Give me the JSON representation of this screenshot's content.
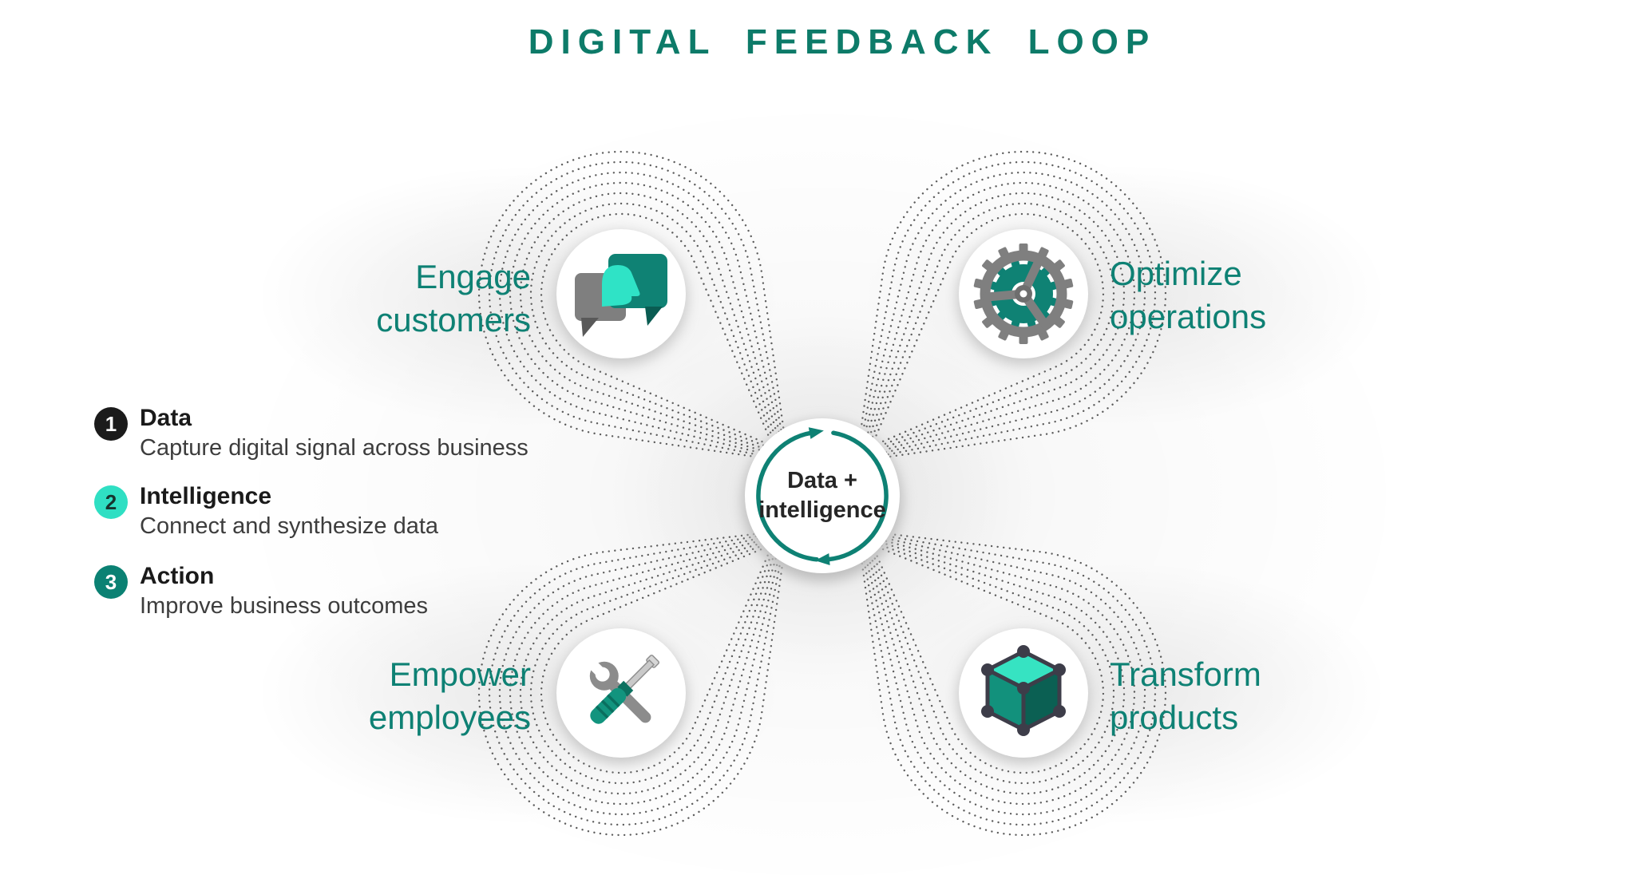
{
  "title": "DIGITAL FEEDBACK LOOP",
  "center": {
    "line1": "Data +",
    "line2": "intelligence"
  },
  "nodes": {
    "engage": {
      "line1": "Engage",
      "line2": "customers",
      "icon": "chat-bubbles-icon"
    },
    "optimize": {
      "line1": "Optimize",
      "line2": "operations",
      "icon": "gears-icon"
    },
    "empower": {
      "line1": "Empower",
      "line2": "employees",
      "icon": "tools-icon"
    },
    "transform": {
      "line1": "Transform",
      "line2": "products",
      "icon": "cube-icon"
    }
  },
  "legend": {
    "items": [
      {
        "number": "1",
        "label": "Data",
        "description": "Capture digital signal across business",
        "color": "#1b1b1b",
        "number_color": "#ffffff"
      },
      {
        "number": "2",
        "label": "Intelligence",
        "description": "Connect and synthesize data",
        "color": "#2fdfc3",
        "number_color": "#17342e"
      },
      {
        "number": "3",
        "label": "Action",
        "description": "Improve business outcomes",
        "color": "#0b8173",
        "number_color": "#ffffff"
      }
    ]
  },
  "theme": {
    "teal": "#0e8174",
    "teal_dark": "#0a5e54",
    "mint": "#2fe3c6",
    "title_color": "#0d7b69",
    "text_dark": "#262626",
    "text_gray": "#3d3d3d",
    "dot_color": "#474747",
    "icon_gray": "#7f7f7f",
    "icon_gray_dark": "#595959",
    "cube_left": "#12917c",
    "cube_right": "#0b6053",
    "cube_edge": "#3d3d49"
  }
}
